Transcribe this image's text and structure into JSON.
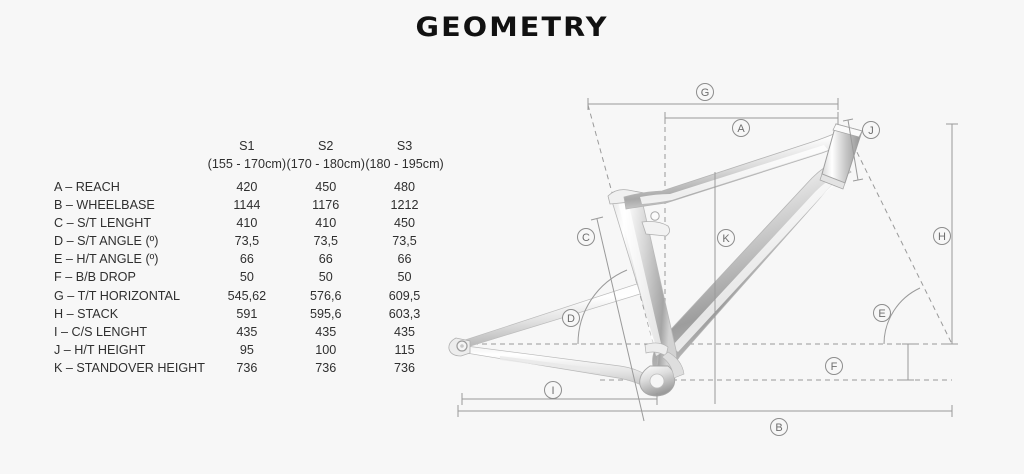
{
  "title": "GEOMETRY",
  "table": {
    "spec_column_header": "",
    "sizes": [
      {
        "name": "S1",
        "range": "(155 - 170cm)"
      },
      {
        "name": "S2",
        "range": "(170 - 180cm)"
      },
      {
        "name": "S3",
        "range": "(180 - 195cm)"
      }
    ],
    "rows": [
      {
        "label": "A – REACH",
        "values": [
          "420",
          "450",
          "480"
        ]
      },
      {
        "label": "B – WHEELBASE",
        "values": [
          "1144",
          "1176",
          "1212"
        ]
      },
      {
        "label": "C – S/T LENGHT",
        "values": [
          "410",
          "410",
          "450"
        ]
      },
      {
        "label": "D – S/T ANGLE (º)",
        "values": [
          "73,5",
          "73,5",
          "73,5"
        ]
      },
      {
        "label": "E – H/T ANGLE (º)",
        "values": [
          "66",
          "66",
          "66"
        ]
      },
      {
        "label": "F – B/B DROP",
        "values": [
          "50",
          "50",
          "50"
        ]
      },
      {
        "label": "G – T/T HORIZONTAL",
        "values": [
          "545,62",
          "576,6",
          "609,5"
        ]
      },
      {
        "label": "H – STACK",
        "values": [
          "591",
          "595,6",
          "603,3"
        ]
      },
      {
        "label": " I – C/S LENGHT",
        "values": [
          "435",
          "435",
          "435"
        ]
      },
      {
        "label": " J – H/T HEIGHT",
        "values": [
          "95",
          "100",
          "115"
        ]
      },
      {
        "label": "K – STANDOVER HEIGHT",
        "values": [
          "736",
          "736",
          "736"
        ]
      }
    ]
  },
  "diagram": {
    "dimension_labels": [
      {
        "id": "G",
        "meaning": "T/T HORIZONTAL"
      },
      {
        "id": "A",
        "meaning": "REACH"
      },
      {
        "id": "J",
        "meaning": "H/T HEIGHT"
      },
      {
        "id": "H",
        "meaning": "STACK"
      },
      {
        "id": "C",
        "meaning": "S/T LENGHT"
      },
      {
        "id": "K",
        "meaning": "STANDOVER HEIGHT"
      },
      {
        "id": "D",
        "meaning": "S/T ANGLE"
      },
      {
        "id": "E",
        "meaning": "H/T ANGLE"
      },
      {
        "id": "F",
        "meaning": "B/B DROP"
      },
      {
        "id": "I",
        "meaning": "C/S LENGHT"
      },
      {
        "id": "B",
        "meaning": "WHEELBASE"
      }
    ]
  },
  "colors": {
    "background": "#f7f7f7",
    "title": "#111111",
    "text": "#2f2f2f",
    "dimension_line": "#9a9a9a",
    "dashed_line": "#9a9a9a",
    "frame_light": "#fbfbfb",
    "frame_mid": "#d8d8d8",
    "frame_dark": "#8e8e8e"
  }
}
